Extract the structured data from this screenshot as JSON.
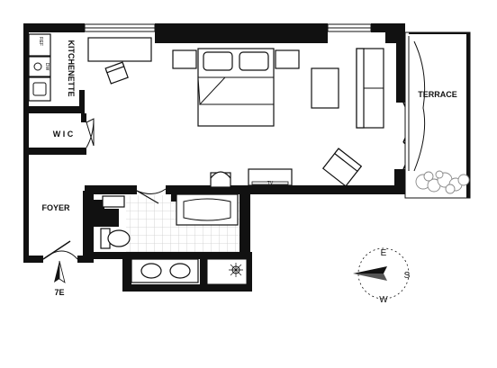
{
  "rooms": {
    "kitchenette": "KITCHENETTE",
    "wic": "W I C",
    "foyer": "FOYER",
    "terrace": "TERRACE"
  },
  "appliances": {
    "refrigerator": "REF",
    "dishwasher": "DW",
    "tv": "TV"
  },
  "unit_label": "7E",
  "compass": {
    "east": "E",
    "south": "S",
    "west": "W"
  },
  "colors": {
    "walls": "#111111",
    "floor": "#ffffff",
    "tile": "#cccccc",
    "plants": "#888888"
  }
}
